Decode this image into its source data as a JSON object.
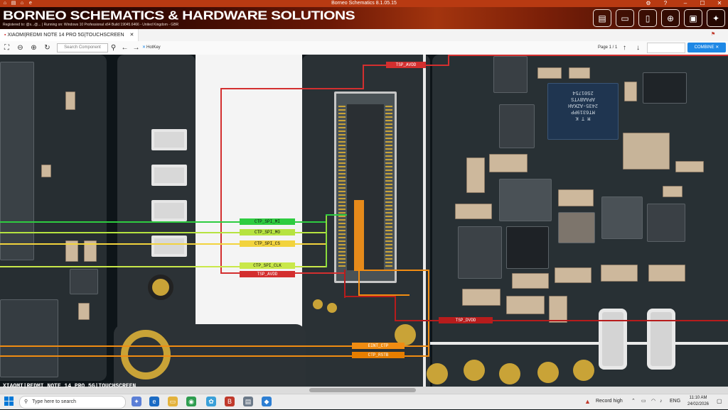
{
  "window": {
    "title": "Borneo Schematics 8.1.05.15"
  },
  "banner": {
    "brand": "BORNEO SCHEMATICS & HARDWARE SOLUTIONS",
    "registration": "Registered to: @s...@... | Running on: Windows 10 Professional x64 Build 19045.6466 - United Kingdom - GBR"
  },
  "tab": {
    "label": "XIAOMI|REDMI NOTE 14 PRO 5G|TOUCHSCREEN",
    "close": "✕"
  },
  "toolbar": {
    "search_placeholder": "Search Component",
    "hotkey": "HotKey",
    "page": "Page 1 / 1",
    "combine": "COMBINE ✕"
  },
  "board": {
    "caption": "XIAOMI|REDMI NOTE 14 PRO 5G|TOUCHSCREEN",
    "chip_text": [
      "M T K",
      "MT6319PP",
      "2435-AZKAH",
      "APAABYTS",
      "2S01754"
    ],
    "net_labels": {
      "tsp_avdd_top": "TSP_AVDD",
      "ctp_spi_mi": "CTP_SPI_MI",
      "ctp_spi_mo": "CTP_SPI_MO",
      "ctp_spi_cs": "CTP_SPI_CS",
      "ctp_spi_clk": "CTP_SPI_CLK",
      "tsp_avdd_mid": "TSP_AVDD",
      "tsp_dvdd": "TSP_DVDD",
      "eint_ctp": "EINT_CTP",
      "ctp_rstb": "CTP_RSTB"
    }
  },
  "taskbar": {
    "search": "Type here to search",
    "record": "Record high",
    "lang": "ENG",
    "time": "11:10 AM",
    "date": "24/02/2026"
  },
  "colors": {
    "titlebar": "#b83a12",
    "accent": "#1e88e5",
    "net_red": "#d32f2f",
    "net_green": "#2ecc40",
    "net_lime": "#b6e340",
    "net_yellow": "#f2d33d",
    "net_orange": "#f08c12"
  }
}
